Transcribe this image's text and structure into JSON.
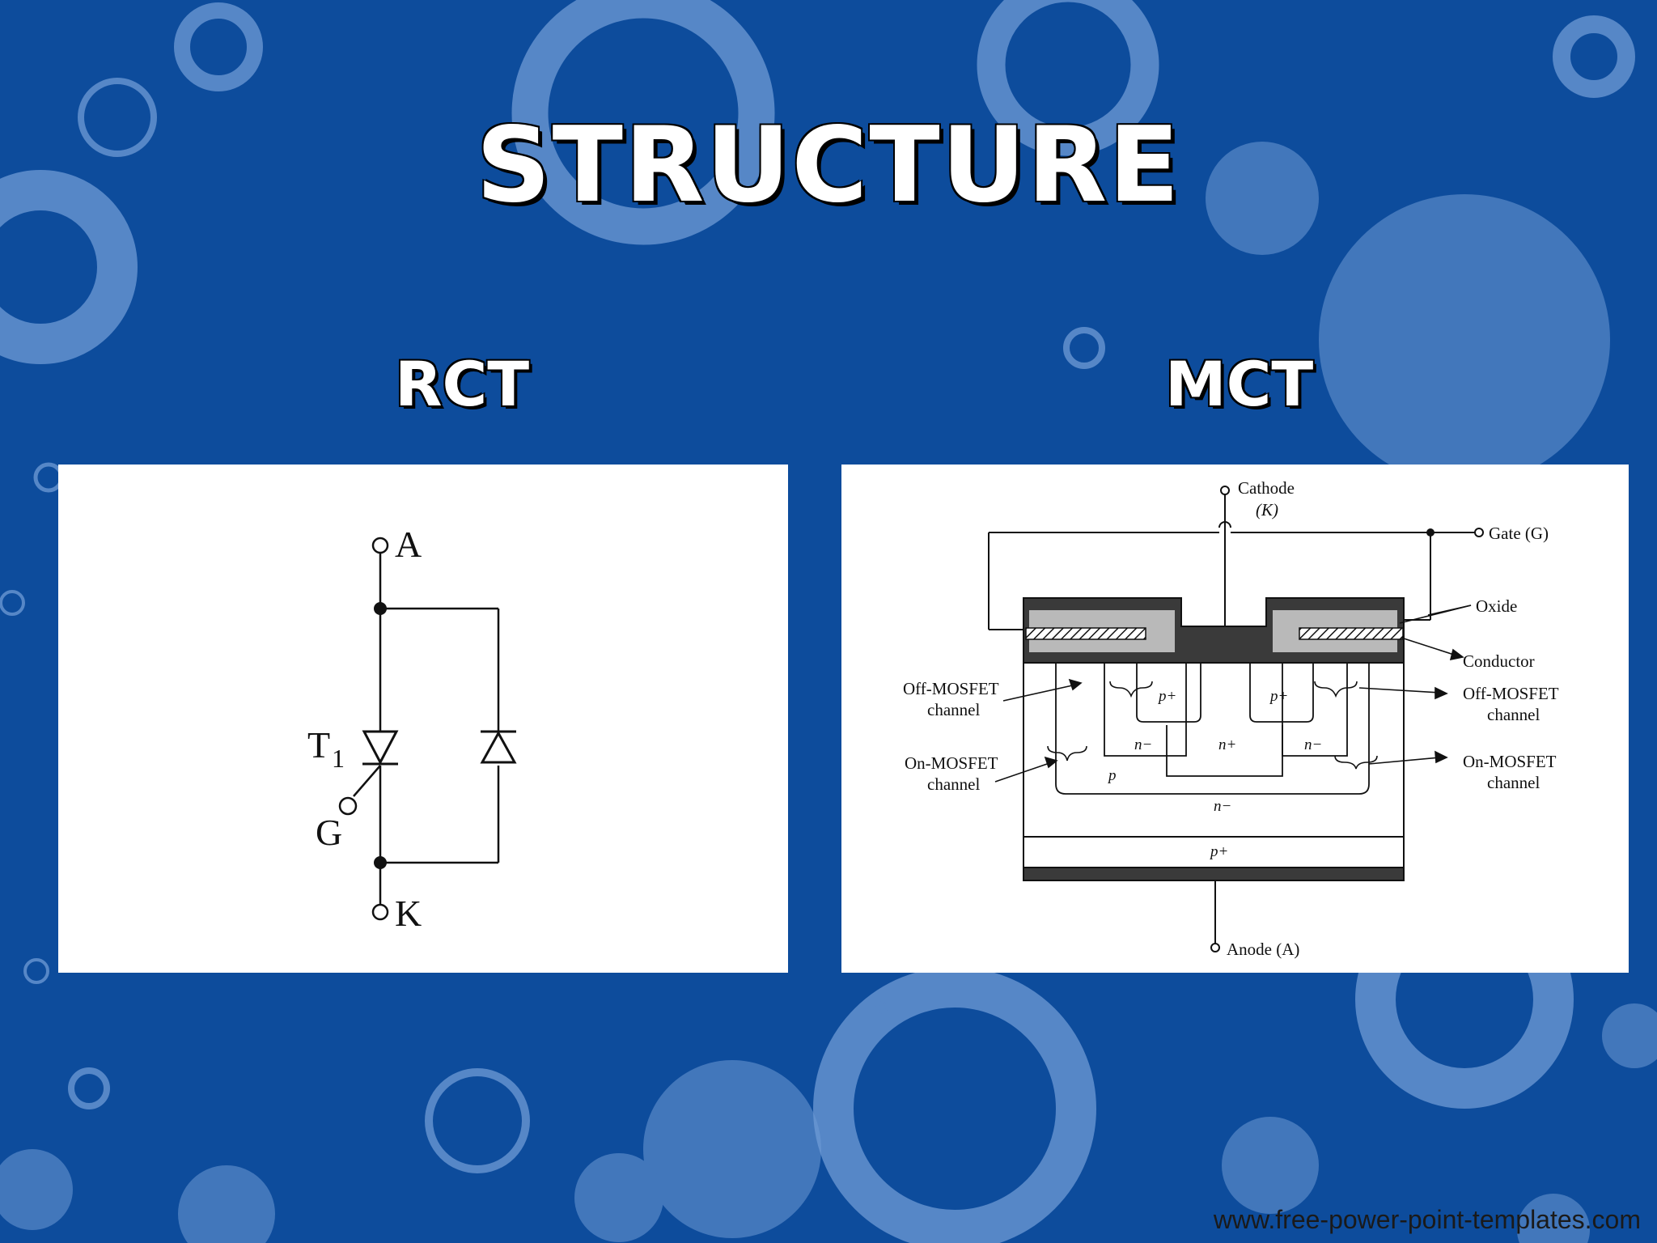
{
  "slide": {
    "title": "STRUCTURE",
    "left_heading": "RCT",
    "right_heading": "MCT",
    "footer": "www.free-power-point-templates.com"
  },
  "rct": {
    "terminal_anode": "A",
    "terminal_cathode": "K",
    "thyristor_label": "T",
    "thyristor_subscript": "1",
    "gate_label": "G"
  },
  "mct": {
    "cathode_label": "Cathode",
    "cathode_symbol": "(K)",
    "gate_label": "Gate (G)",
    "oxide_label": "Oxide",
    "conductor_label": "Conductor",
    "off_channel_left_1": "Off-MOSFET",
    "off_channel_left_2": "channel",
    "on_channel_left_1": "On-MOSFET",
    "on_channel_left_2": "channel",
    "off_channel_right_1": "Off-MOSFET",
    "off_channel_right_2": "channel",
    "on_channel_right_1": "On-MOSFET",
    "on_channel_right_2": "channel",
    "anode_label": "Anode (A)",
    "region_p_plus_left": "p+",
    "region_p_plus_right": "p+",
    "region_n_minus_left": "n−",
    "region_n_plus": "n+",
    "region_n_minus_right": "n−",
    "region_p": "p",
    "region_n_minus_drift": "n−",
    "region_p_plus_substrate": "p+"
  },
  "colors": {
    "background": "#0d4c9c",
    "bubble": "#6f9bd6",
    "panel": "#ffffff"
  }
}
